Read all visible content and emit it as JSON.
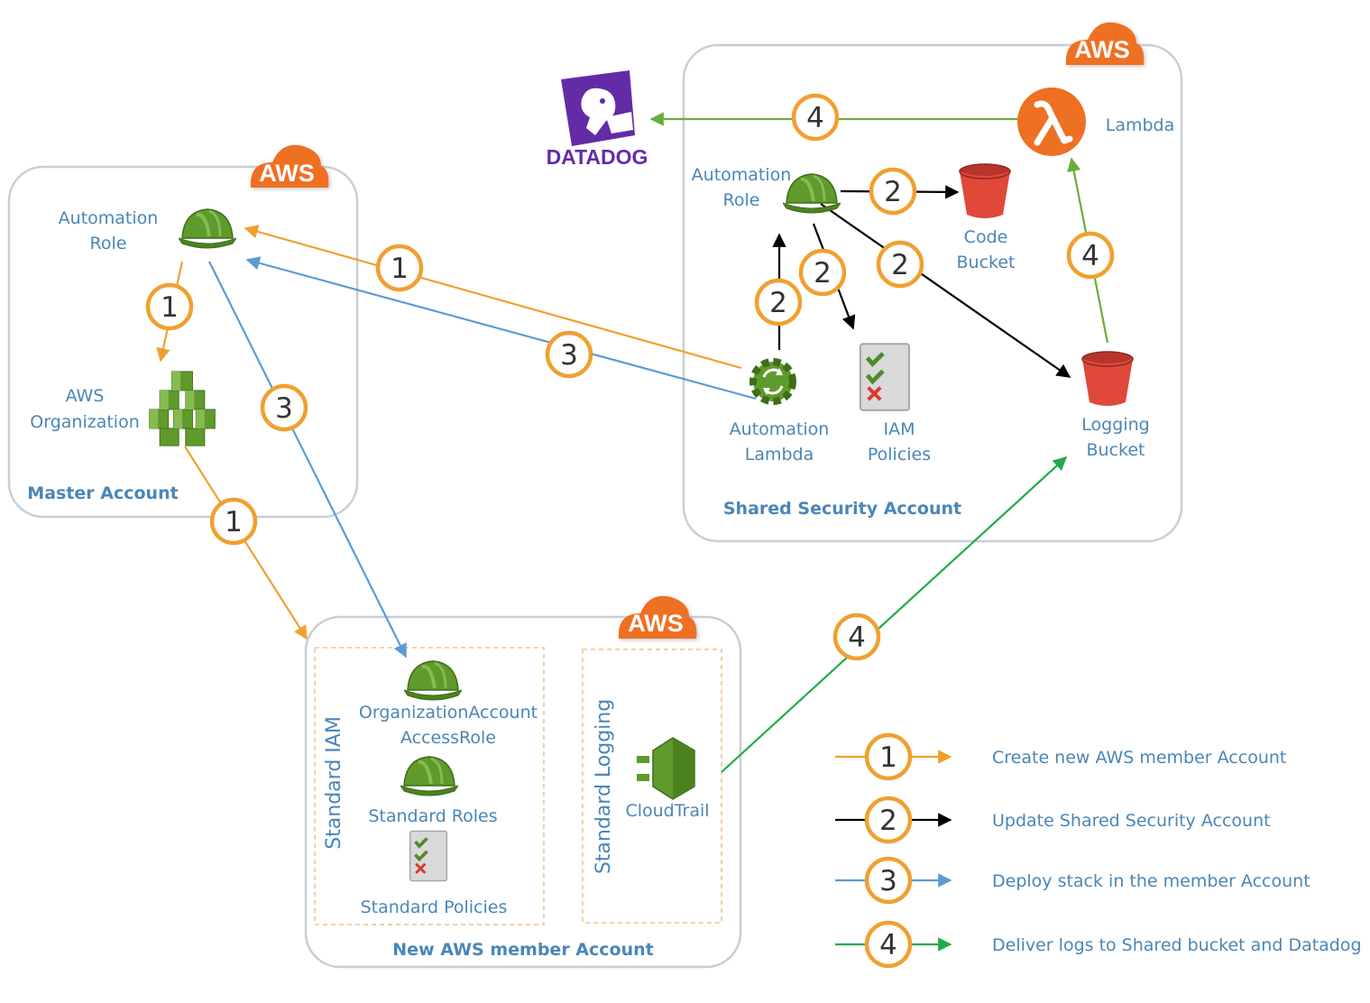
{
  "aws_badge": "AWS",
  "accounts": {
    "master": {
      "title": "Master Account",
      "automation_role": [
        "Automation",
        "Role"
      ],
      "organization": [
        "AWS",
        "Organization"
      ]
    },
    "shared": {
      "title": "Shared Security Account",
      "automation_role": [
        "Automation",
        "Role"
      ],
      "code_bucket": [
        "Code",
        "Bucket"
      ],
      "lambda": "Lambda",
      "automation_lambda": [
        "Automation",
        "Lambda"
      ],
      "iam_policies": [
        "IAM",
        "Policies"
      ],
      "logging_bucket": [
        "Logging",
        "Bucket"
      ]
    },
    "member": {
      "title": "New AWS member Account",
      "standard_iam": "Standard IAM",
      "standard_logging": "Standard Logging",
      "org_access_role": [
        "OrganizationAccount",
        "AccessRole"
      ],
      "standard_roles": "Standard Roles",
      "standard_policies": "Standard Policies",
      "cloudtrail": "CloudTrail"
    }
  },
  "datadog": "DATADOG",
  "step_numbers": [
    "1",
    "2",
    "3",
    "4"
  ],
  "legend": [
    {
      "num": "1",
      "label": "Create new AWS member Account",
      "color": "#f0a030"
    },
    {
      "num": "2",
      "label": "Update Shared Security Account",
      "color": "#000000"
    },
    {
      "num": "3",
      "label": "Deploy stack in the member Account",
      "color": "#5b9bd5"
    },
    {
      "num": "4",
      "label": "Deliver logs to Shared bucket and Datadog",
      "color": "#22aa4a"
    }
  ],
  "colors": {
    "orange": "#f0a030",
    "black": "#000000",
    "blue": "#5b9bd5",
    "green": "#22aa4a",
    "green_light": "#6aad3d",
    "aws_orange": "#ee7023",
    "bucket_red": "#e0483a",
    "label_blue": "#4a86b8",
    "datadog_purple": "#632ca6"
  }
}
